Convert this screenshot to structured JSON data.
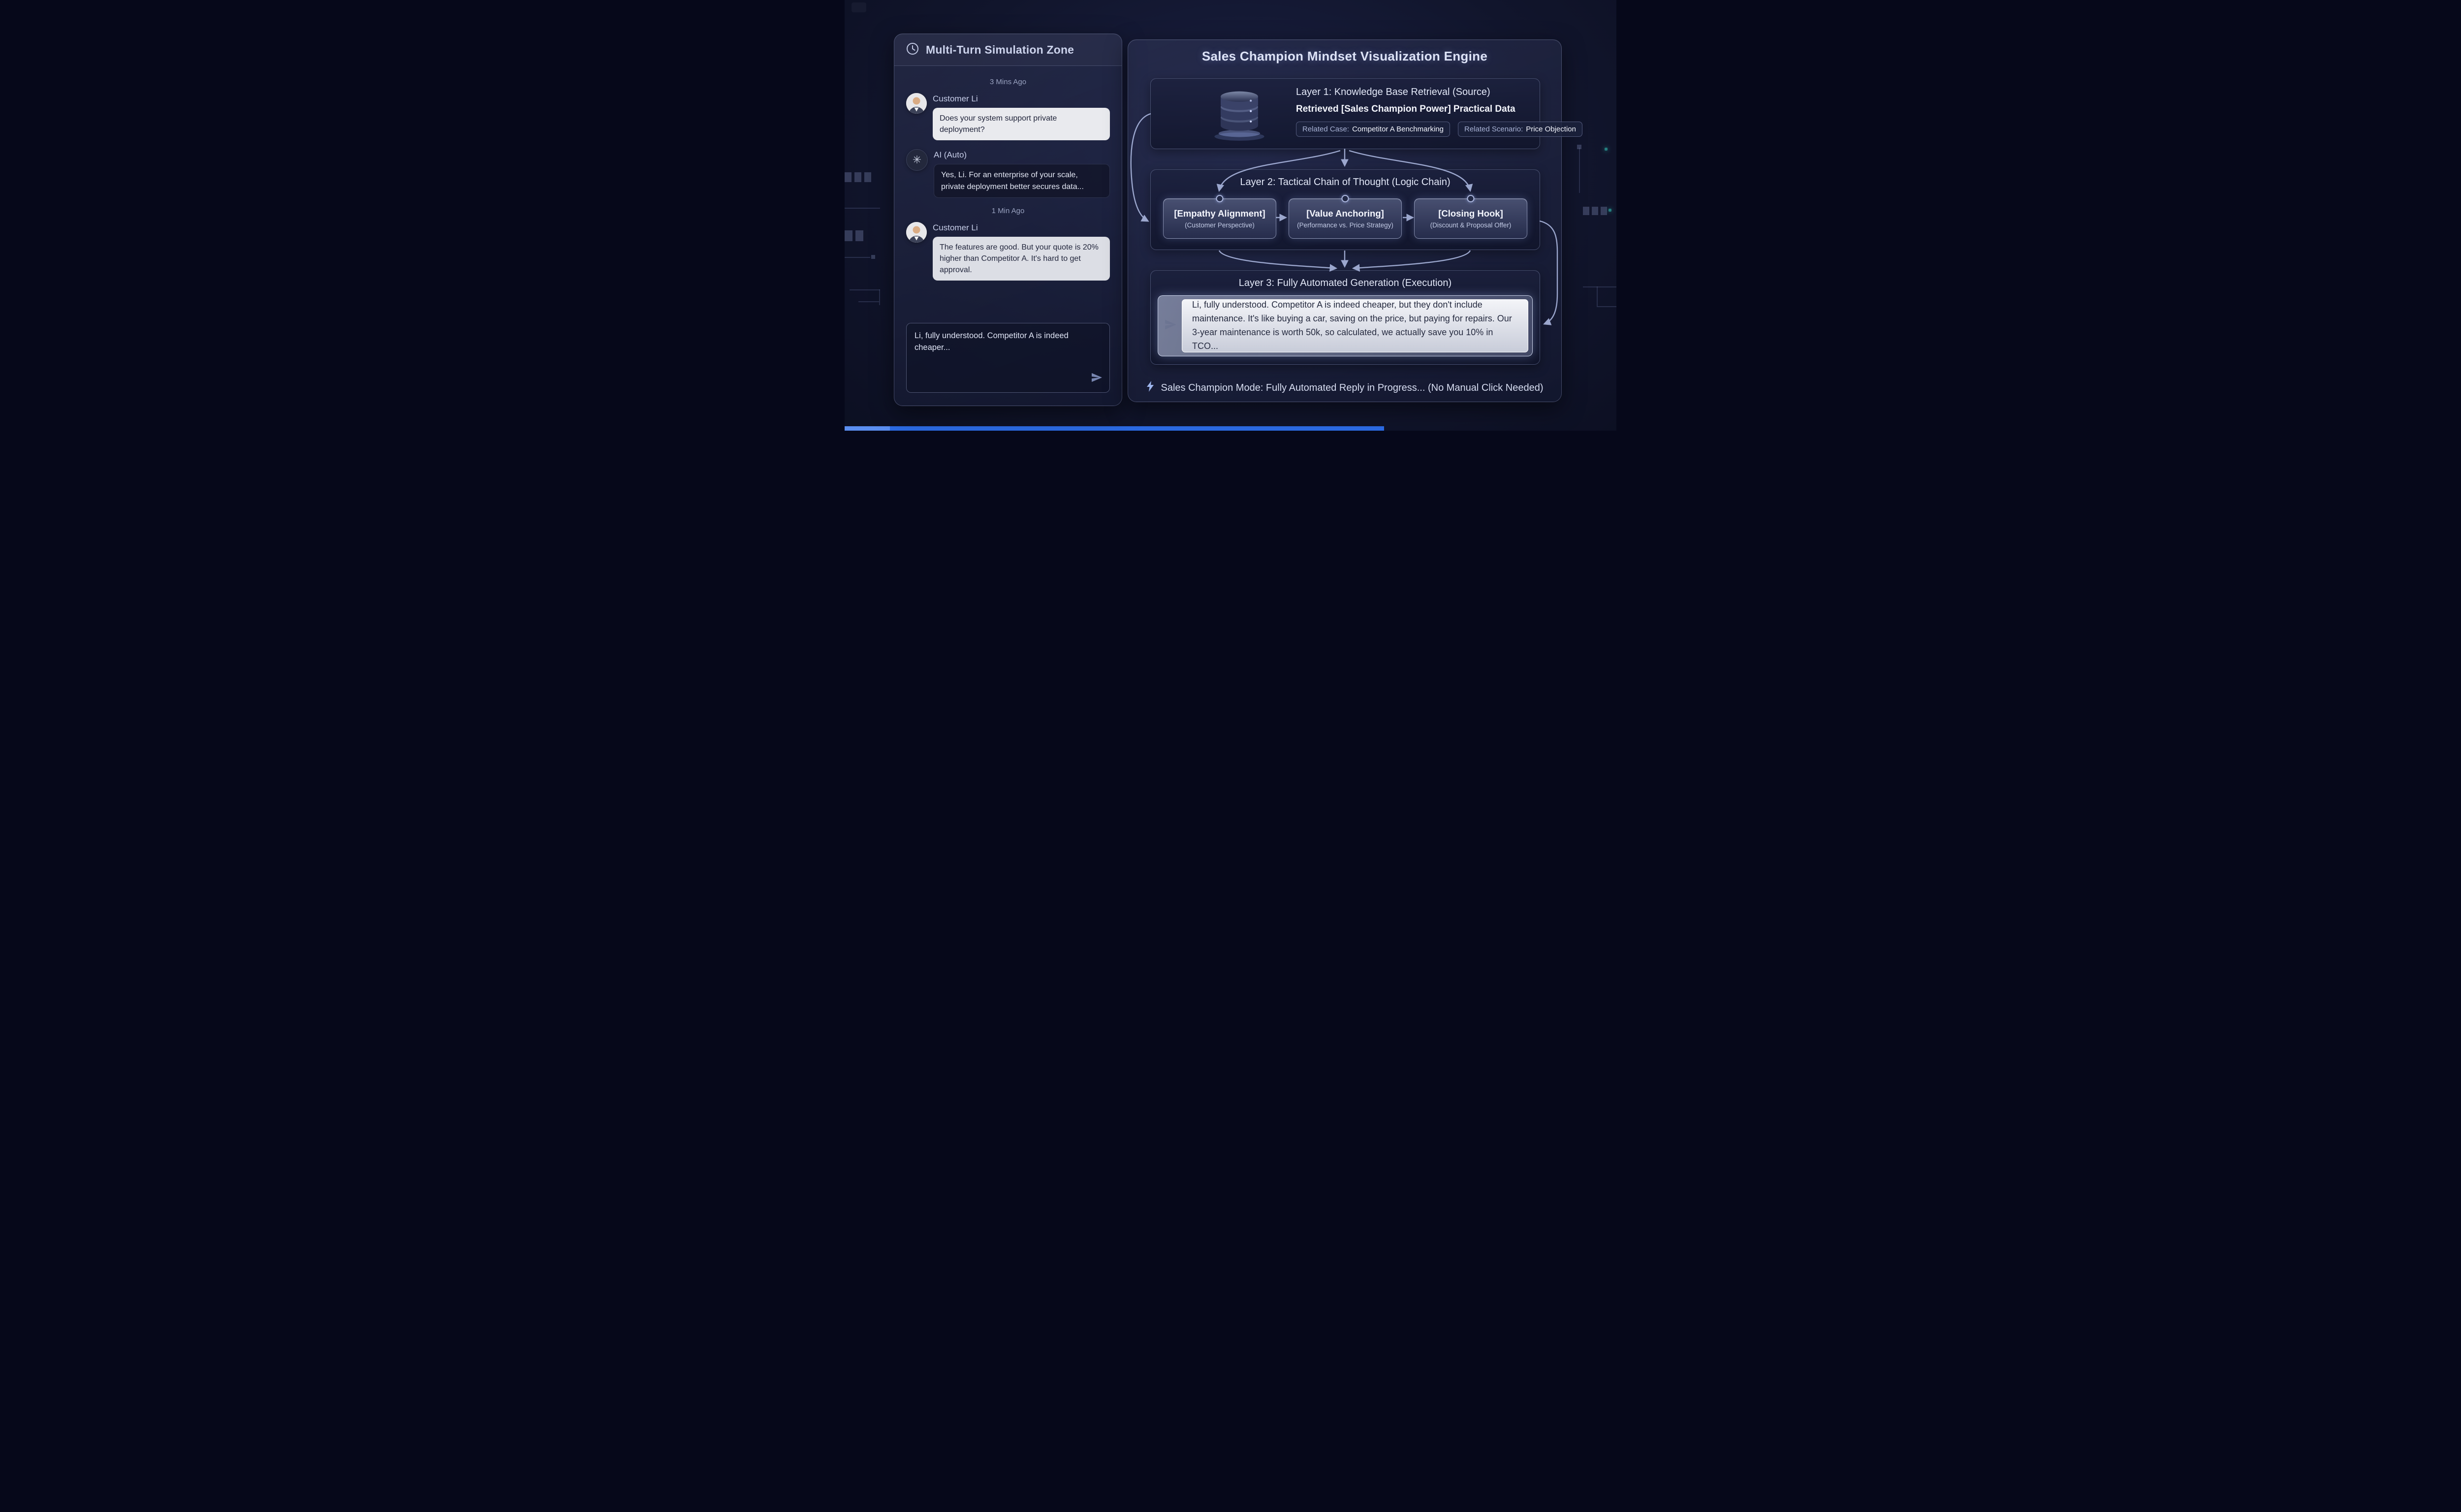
{
  "left_panel": {
    "title": "Multi-Turn Simulation Zone",
    "timestamps": {
      "first": "3 Mins Ago",
      "second": "1 Min Ago"
    },
    "messages": [
      {
        "sender": "Customer Li",
        "text": "Does your system support private deployment?"
      },
      {
        "sender": "AI (Auto)",
        "text": "Yes, Li. For an enterprise of your scale, private deployment better secures data..."
      },
      {
        "sender": "Customer Li",
        "text": "The features are good. But your quote is 20% higher than Competitor A. It's hard to get approval."
      }
    ],
    "composer": {
      "value": "Li, fully understood. Competitor A is indeed cheaper..."
    }
  },
  "right_panel": {
    "title": "Sales Champion Mindset Visualization Engine",
    "layer1": {
      "title": "Layer 1: Knowledge Base Retrieval (Source)",
      "subtitle": "Retrieved [Sales Champion Power] Practical Data",
      "tags": [
        {
          "label": "Related Case:",
          "value": "Competitor A Benchmarking"
        },
        {
          "label": "Related Scenario:",
          "value": "Price Objection"
        }
      ]
    },
    "layer2": {
      "title": "Layer 2: Tactical Chain of Thought (Logic Chain)",
      "nodes": [
        {
          "title": "[Empathy Alignment]",
          "subtitle": "(Customer Perspective)"
        },
        {
          "title": "[Value Anchoring]",
          "subtitle": "(Performance vs. Price Strategy)"
        },
        {
          "title": "[Closing Hook]",
          "subtitle": "(Discount & Proposal Offer)"
        }
      ]
    },
    "layer3": {
      "title": "Layer 3: Fully Automated Generation (Execution)",
      "output": "Li, fully understood. Competitor A is indeed cheaper, but they don't include maintenance. It's like buying a car, saving on the price, but paying for repairs. Our 3-year maintenance is worth 50k, so calculated, we actually save you 10% in TCO..."
    },
    "status": "Sales Champion Mode: Fully Automated Reply in Progress... (No Manual Click Needed)"
  }
}
